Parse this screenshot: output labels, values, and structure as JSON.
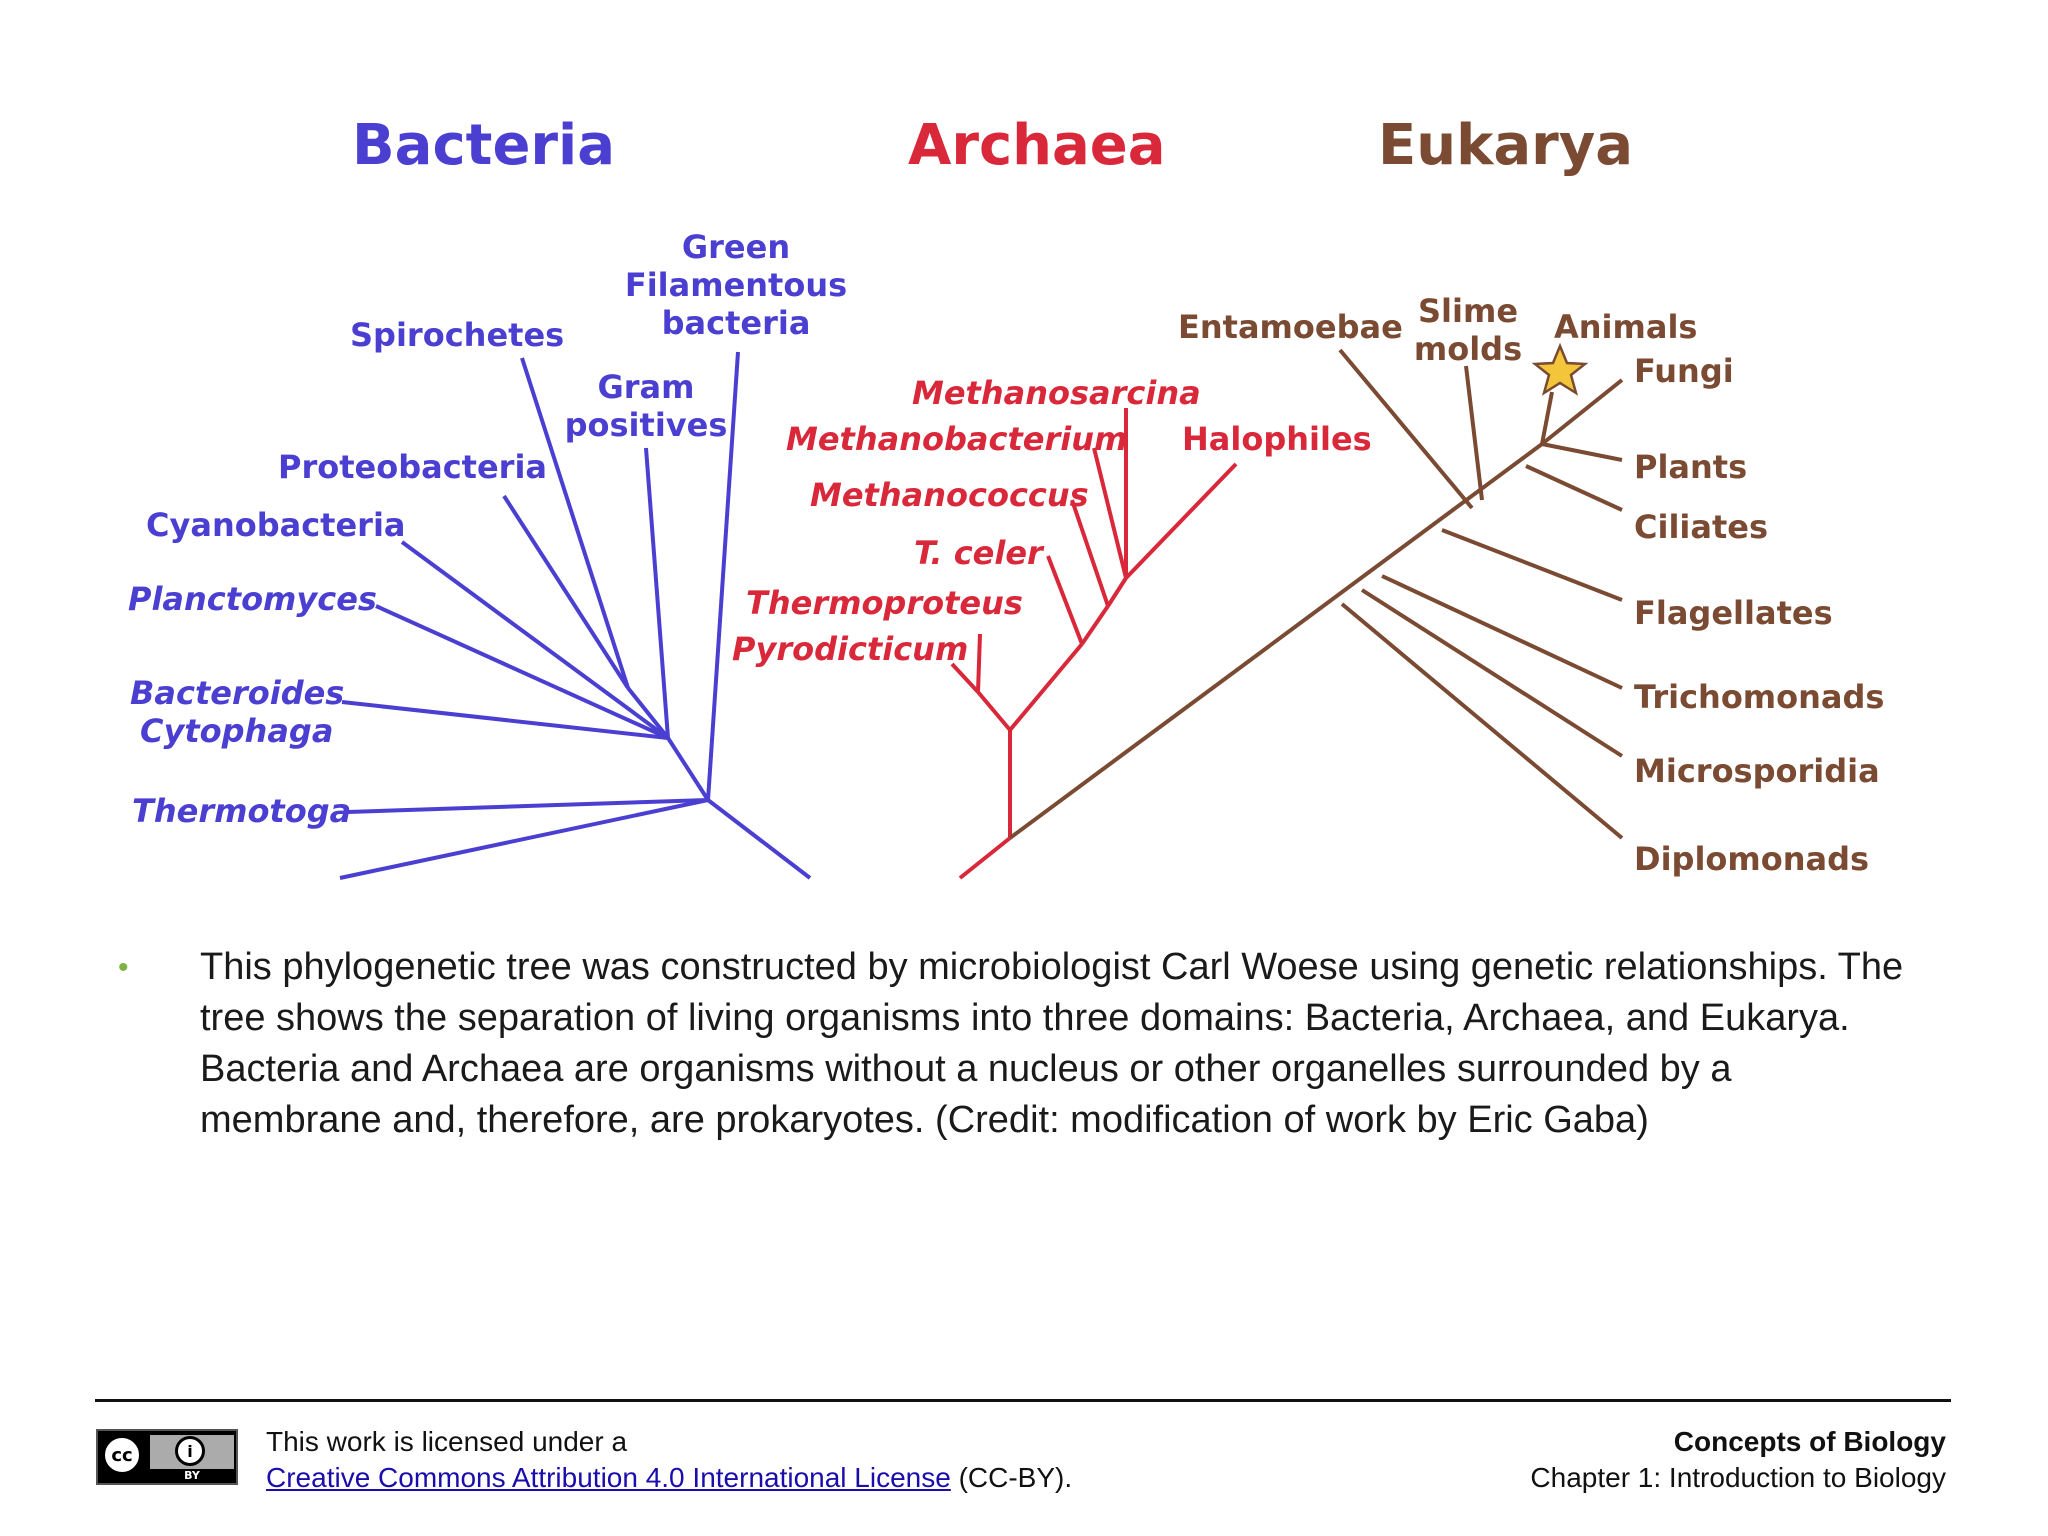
{
  "diagram": {
    "domains": {
      "bacteria": "Bacteria",
      "archaea": "Archaea",
      "eukarya": "Eukarya"
    },
    "bacteria_groups": [
      "Green",
      "Filamentous",
      "bacteria",
      "Spirochetes",
      "Gram",
      "positives",
      "Proteobacteria",
      "Cyanobacteria",
      "Planctomyces",
      "Bacteroides",
      "Cytophaga",
      "Thermotoga"
    ],
    "archaea_groups": [
      "Methanosarcina",
      "Methanobacterium",
      "Halophiles",
      "Methanococcus",
      "T. celer",
      "Thermoproteus",
      "Pyrodicticum"
    ],
    "eukarya_groups": [
      "Entamoebae",
      "Slime",
      "molds",
      "Animals",
      "Fungi",
      "Plants",
      "Ciliates",
      "Flagellates",
      "Trichomonads",
      "Microsporidia",
      "Diplomonads"
    ],
    "colors": {
      "bacteria": "#4a3fd1",
      "archaea": "#d8283a",
      "eukarya": "#7a4a32",
      "star": "#f3c53a"
    },
    "icons": [
      "star-icon"
    ]
  },
  "caption": {
    "bullet": "•",
    "text": "This phylogenetic tree was constructed by microbiologist Carl Woese using genetic relationships. The tree shows the separation of living organisms into three domains: Bacteria, Archaea, and Eukarya. Bacteria and Archaea are organisms without a nucleus or other organelles surrounded by a membrane and, therefore, are prokaryotes. (Credit: modification of work by Eric Gaba)"
  },
  "footer": {
    "license_badge": {
      "cc": "cc",
      "by": "BY"
    },
    "license_line1": "This work is licensed under a",
    "license_link": "Creative Commons Attribution 4.0 International License",
    "license_suffix": " (CC-BY).",
    "book_title": "Concepts of Biology",
    "chapter": "Chapter 1: Introduction  to Biology"
  }
}
